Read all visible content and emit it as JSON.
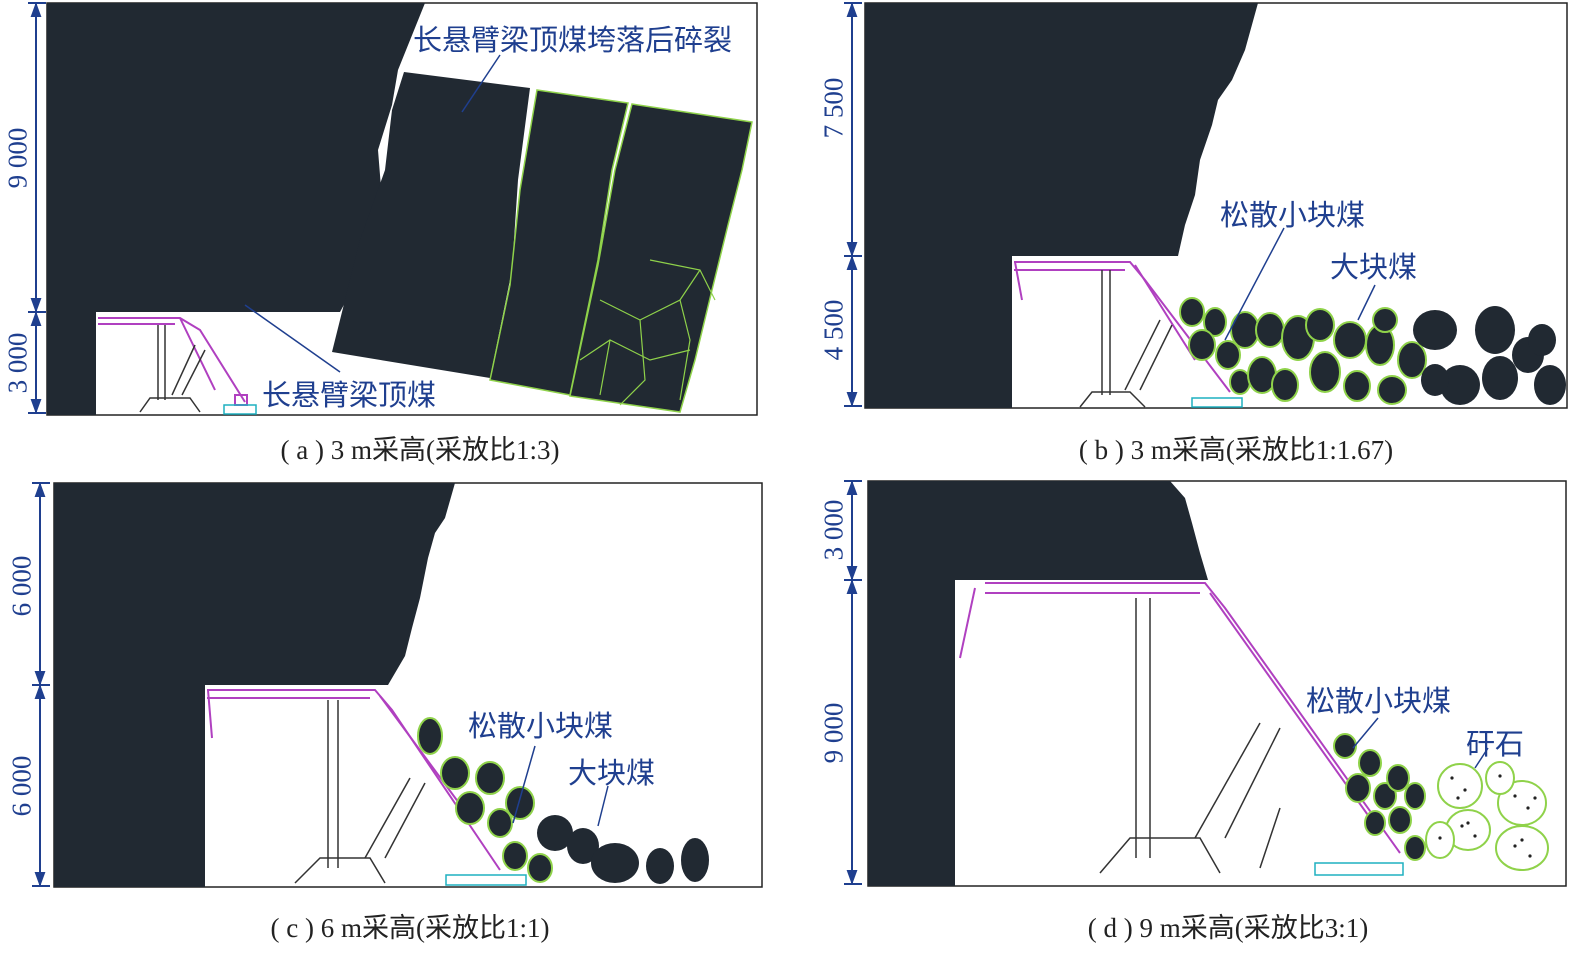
{
  "colors": {
    "coal": "#212932",
    "dimension": "#1f3f8f",
    "support": "#b040c0",
    "crack": "#8fd24a",
    "conveyor": "#1fb0c0"
  },
  "panels": [
    {
      "id": "a",
      "caption": "( a ) 3 m采高(采放比1:3)",
      "dims": {
        "top": "9 000",
        "bottom": "3 000"
      },
      "annotations": {
        "top": "长悬臂梁顶煤垮落后碎裂",
        "bottom": "长悬臂梁顶煤"
      }
    },
    {
      "id": "b",
      "caption": "( b ) 3 m采高(采放比1:1.67)",
      "dims": {
        "top": "7 500",
        "bottom": "4 500"
      },
      "annotations": {
        "loose": "松散小块煤",
        "big": "大块煤"
      }
    },
    {
      "id": "c",
      "caption": "( c ) 6 m采高(采放比1:1)",
      "dims": {
        "top": "6 000",
        "bottom": "6 000"
      },
      "annotations": {
        "loose": "松散小块煤",
        "big": "大块煤"
      }
    },
    {
      "id": "d",
      "caption": "( d ) 9 m采高(采放比3:1)",
      "dims": {
        "top": "3 000",
        "bottom": "9 000"
      },
      "annotations": {
        "loose": "松散小块煤",
        "gangue": "矸石"
      }
    }
  ]
}
